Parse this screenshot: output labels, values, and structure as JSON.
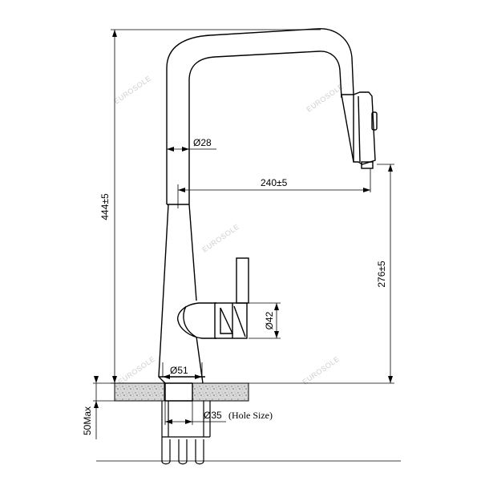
{
  "drawing": {
    "dimensions": {
      "total_height": "444±5",
      "spout_height": "276±5",
      "reach": "240±5",
      "spout_diameter": "Ø28",
      "base_diameter": "Ø51",
      "handle_diameter": "Ø42",
      "hole_diameter": "Ø35",
      "hole_note": "(Hole Size)",
      "max_deck_thickness": "50Max"
    },
    "watermark": "EUROSOLE",
    "colors": {
      "line": "#000000",
      "counter_fill": "#d9d9d9",
      "watermark": "#cfcfcf"
    }
  }
}
